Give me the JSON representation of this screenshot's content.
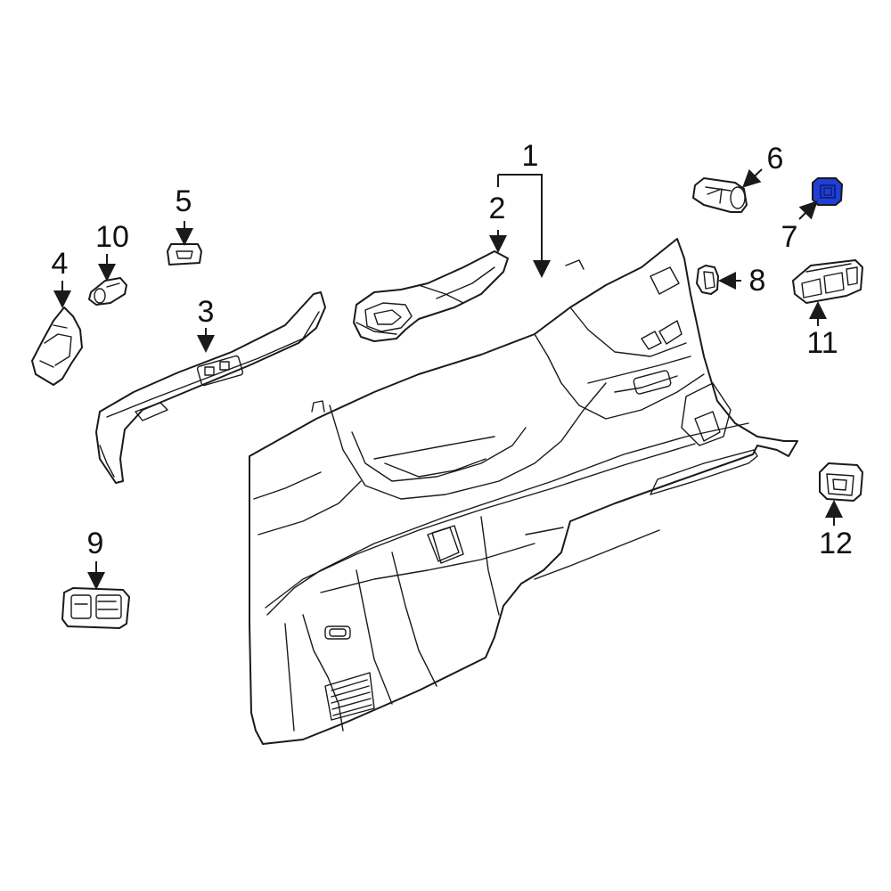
{
  "diagram": {
    "highlight_color": "#1f3fd6",
    "callouts": [
      {
        "id": "1",
        "label": "1"
      },
      {
        "id": "2",
        "label": "2"
      },
      {
        "id": "3",
        "label": "3"
      },
      {
        "id": "4",
        "label": "4"
      },
      {
        "id": "5",
        "label": "5"
      },
      {
        "id": "6",
        "label": "6"
      },
      {
        "id": "7",
        "label": "7"
      },
      {
        "id": "8",
        "label": "8"
      },
      {
        "id": "9",
        "label": "9"
      },
      {
        "id": "10",
        "label": "10"
      },
      {
        "id": "11",
        "label": "11"
      },
      {
        "id": "12",
        "label": "12"
      }
    ]
  }
}
